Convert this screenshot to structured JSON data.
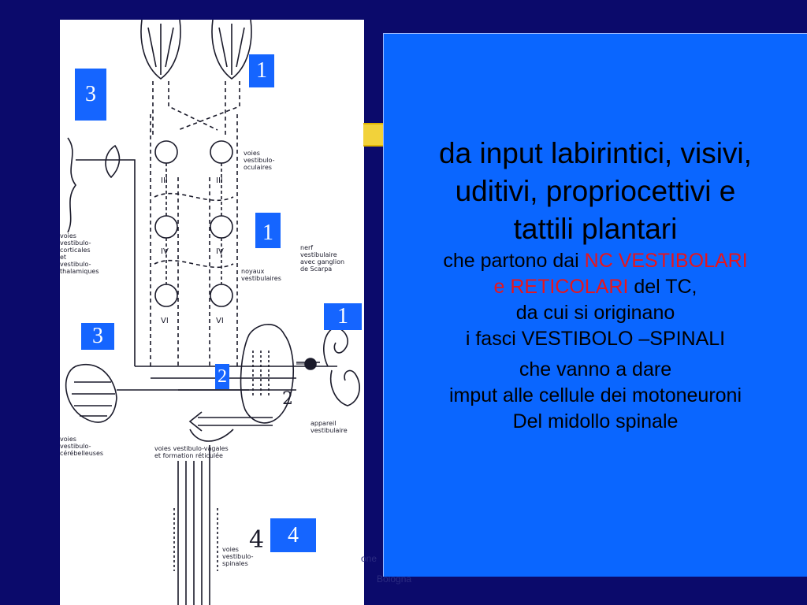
{
  "diagram": {
    "labels": {
      "voies_vestibulo_oculaires": "voies\nvestibulo-\noculaires",
      "voies_vestibulo_corticales": "voies\nvestibulo-\ncorticales\net\nvestibulo-\nthalamiques",
      "noyaux_vestibulaires": "noyaux\nvestibulaires",
      "nerf_vestibulaire": "nerf\nvestibulaire\navec ganglion\nde Scarpa",
      "appareil_vestibulaire": "appareil\nvestibulaire",
      "voies_vestibulo_cerebelleuses": "voies\nvestibulo-\ncérébelleuses",
      "voies_vestibulo_vagales": "voies vestibulo-vagales\net formation réticulée",
      "voies_vestibulo_spinales": "voies\nvestibulo-\nspinales",
      "nucleus_III": "III",
      "nucleus_IV": "IV",
      "nucleus_VI": "VI",
      "hand_2": "2",
      "hand_4": "4"
    },
    "badges": {
      "b1_top": "1",
      "b3_top": "3",
      "b1_mid": "1",
      "b1_right": "1",
      "b3_bottom": "3",
      "b2": "2",
      "b4": "4"
    }
  },
  "textbox": {
    "line1": "da input labirintici, visivi,",
    "line2": "uditivi, propriocettivi e",
    "line3": "tattili plantari",
    "line4_pre": "che partono dai ",
    "line4_red": "NC VESTIBOLARI",
    "line5_red": "e RETICOLARI",
    "line5_post": " del TC,",
    "line6": "da cui si originano",
    "line7": "i fasci VESTIBOLO –SPINALI",
    "line8": "che vanno a dare",
    "line9": "imput alle cellule dei motoneuroni",
    "line10": "Del midollo spinale"
  },
  "footer": {
    "fragment1": "one",
    "fragment2": "Bologna"
  },
  "colors": {
    "background": "#0b0a6b",
    "textbox": "#0a66ff",
    "badge": "#1565ff",
    "highlight_red": "#e8151b"
  }
}
